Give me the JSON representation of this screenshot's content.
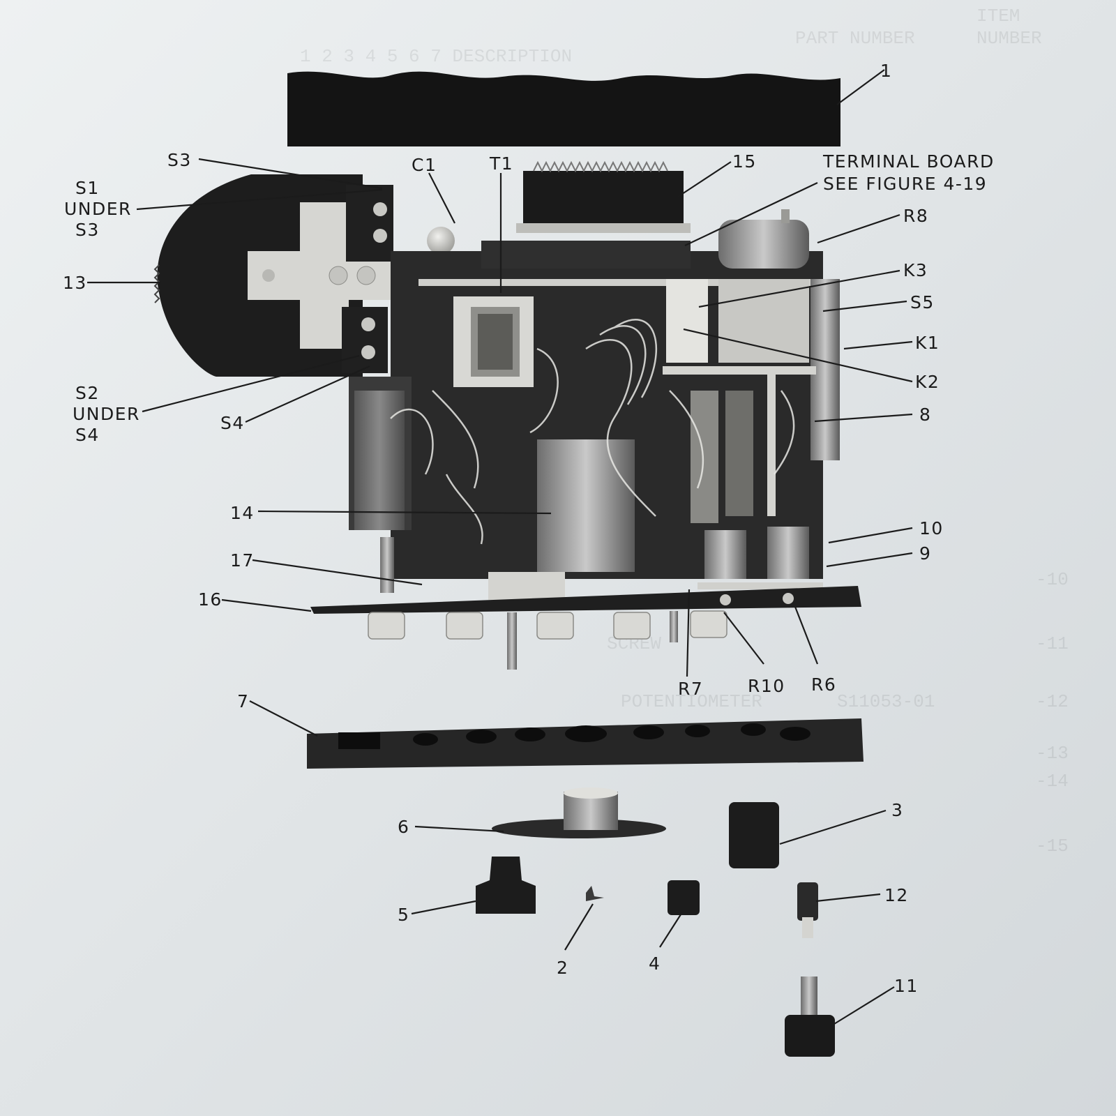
{
  "callouts": [
    {
      "id": "1",
      "text": "1"
    },
    {
      "id": "S3-top",
      "text": "S3"
    },
    {
      "id": "C1",
      "text": "C1"
    },
    {
      "id": "T1",
      "text": "T1"
    },
    {
      "id": "15",
      "text": "15"
    },
    {
      "id": "terminal-board-1",
      "text": "TERMINAL BOARD"
    },
    {
      "id": "terminal-board-2",
      "text": "SEE FIGURE 4-19"
    },
    {
      "id": "S1-1",
      "text": "S1"
    },
    {
      "id": "S1-2",
      "text": "UNDER"
    },
    {
      "id": "S1-3",
      "text": "S3"
    },
    {
      "id": "R8",
      "text": "R8"
    },
    {
      "id": "13",
      "text": "13"
    },
    {
      "id": "K3",
      "text": "K3"
    },
    {
      "id": "S5",
      "text": "S5"
    },
    {
      "id": "K1",
      "text": "K1"
    },
    {
      "id": "K2",
      "text": "K2"
    },
    {
      "id": "S2-1",
      "text": "S2"
    },
    {
      "id": "S2-2",
      "text": "UNDER"
    },
    {
      "id": "S2-3",
      "text": "S4"
    },
    {
      "id": "S4",
      "text": "S4"
    },
    {
      "id": "8",
      "text": "8"
    },
    {
      "id": "14",
      "text": "14"
    },
    {
      "id": "10",
      "text": "10"
    },
    {
      "id": "17",
      "text": "17"
    },
    {
      "id": "9",
      "text": "9"
    },
    {
      "id": "16",
      "text": "16"
    },
    {
      "id": "R7",
      "text": "R7"
    },
    {
      "id": "R10",
      "text": "R10"
    },
    {
      "id": "R6",
      "text": "R6"
    },
    {
      "id": "7",
      "text": "7"
    },
    {
      "id": "6",
      "text": "6"
    },
    {
      "id": "3",
      "text": "3"
    },
    {
      "id": "5",
      "text": "5"
    },
    {
      "id": "12",
      "text": "12"
    },
    {
      "id": "2",
      "text": "2"
    },
    {
      "id": "4",
      "text": "4"
    },
    {
      "id": "11",
      "text": "11"
    }
  ],
  "bleed_through": [
    {
      "text": "ITEM"
    },
    {
      "text": "NUMBER"
    },
    {
      "text": "PART NUMBER"
    },
    {
      "text": "1 2 3 4 5 6 7 DESCRIPTION"
    },
    {
      "text": "-10"
    },
    {
      "text": "-11"
    },
    {
      "text": "-12"
    },
    {
      "text": "-13"
    },
    {
      "text": "-14"
    },
    {
      "text": "-15"
    },
    {
      "text": "S11053-01"
    },
    {
      "text": "SCREW"
    },
    {
      "text": "POTENTIOMETER"
    }
  ],
  "colors": {
    "paper": "#dfe3e6",
    "ink": "#1b1b1b"
  }
}
